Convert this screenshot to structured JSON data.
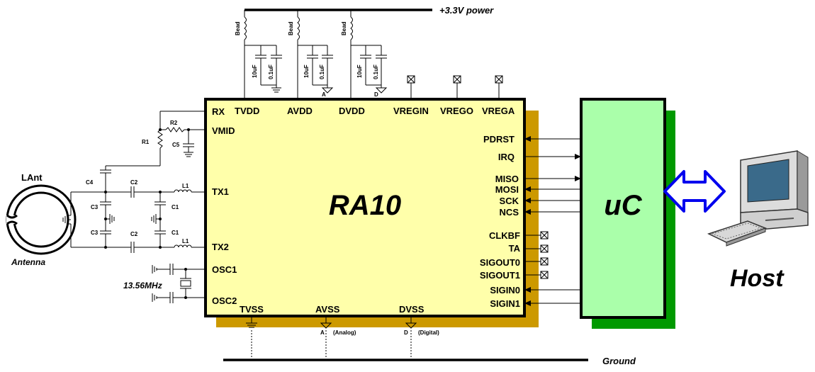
{
  "power_rail": {
    "label": "+3.3V power"
  },
  "ground_rail": {
    "label": "Ground"
  },
  "chip": {
    "name": "RA10",
    "top_pins": [
      "TVDD",
      "AVDD",
      "DVDD",
      "VREGIN",
      "VREGO",
      "VREGA"
    ],
    "left_pins": [
      "RX",
      "VMID",
      "TX1",
      "TX2",
      "OSC1",
      "OSC2"
    ],
    "right_pins": [
      "PDRST",
      "IRQ",
      "MISO",
      "MOSI",
      "SCK",
      "NCS",
      "CLKBF",
      "TA",
      "SIGOUT0",
      "SIGOUT1",
      "SIGIN0",
      "SIGIN1"
    ],
    "bottom_pins": [
      "TVSS",
      "AVSS",
      "DVSS"
    ]
  },
  "components": {
    "bead": "Bead",
    "cap_10uf": "10uF",
    "cap_01uf": "0.1uF",
    "r1": "R1",
    "r2": "R2",
    "c1": "C1",
    "c2": "C2",
    "c3": "C3",
    "c4": "C4",
    "c5": "C5",
    "l1": "L1"
  },
  "ground_marks": {
    "analog_letter": "A",
    "digital_letter": "D",
    "analog_note": "(Analog)",
    "digital_note": "(Digital)"
  },
  "antenna": {
    "coil_label": "LAnt",
    "caption": "Antenna"
  },
  "crystal": {
    "label": "13.56MHz"
  },
  "microcontroller": {
    "label": "uC"
  },
  "host": {
    "label": "Host"
  },
  "colors": {
    "chip_fill": "#ffffaa",
    "chip_shadow": "#cc9900",
    "uc_fill": "#aaffaa",
    "uc_shadow": "#009900",
    "bus_arrow": "#0000ee"
  }
}
